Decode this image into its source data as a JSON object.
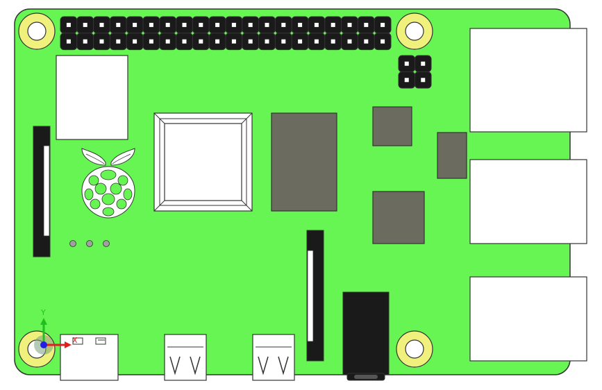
{
  "view": {
    "axis_y_label": "Y",
    "axis_x_label": "X"
  },
  "colors": {
    "board": "#66f552",
    "board_outline": "#333333",
    "white_part": "#ffffff",
    "chip": "#6b6b5f",
    "connector_black": "#1a1a1a",
    "mounting_ring": "#f0f07c",
    "axis_x": "#e02020",
    "axis_y": "#20c020",
    "axis_origin": "#2020e0"
  },
  "components": [
    "mounting-hole",
    "gpio-header",
    "poe-header",
    "ethernet-port",
    "usb-port",
    "usb-c-power",
    "micro-hdmi",
    "audio-jack",
    "soc-chip",
    "ram-chip",
    "usb-controller-chip",
    "display-connector",
    "camera-connector",
    "raspberry-logo",
    "wifi-module"
  ]
}
